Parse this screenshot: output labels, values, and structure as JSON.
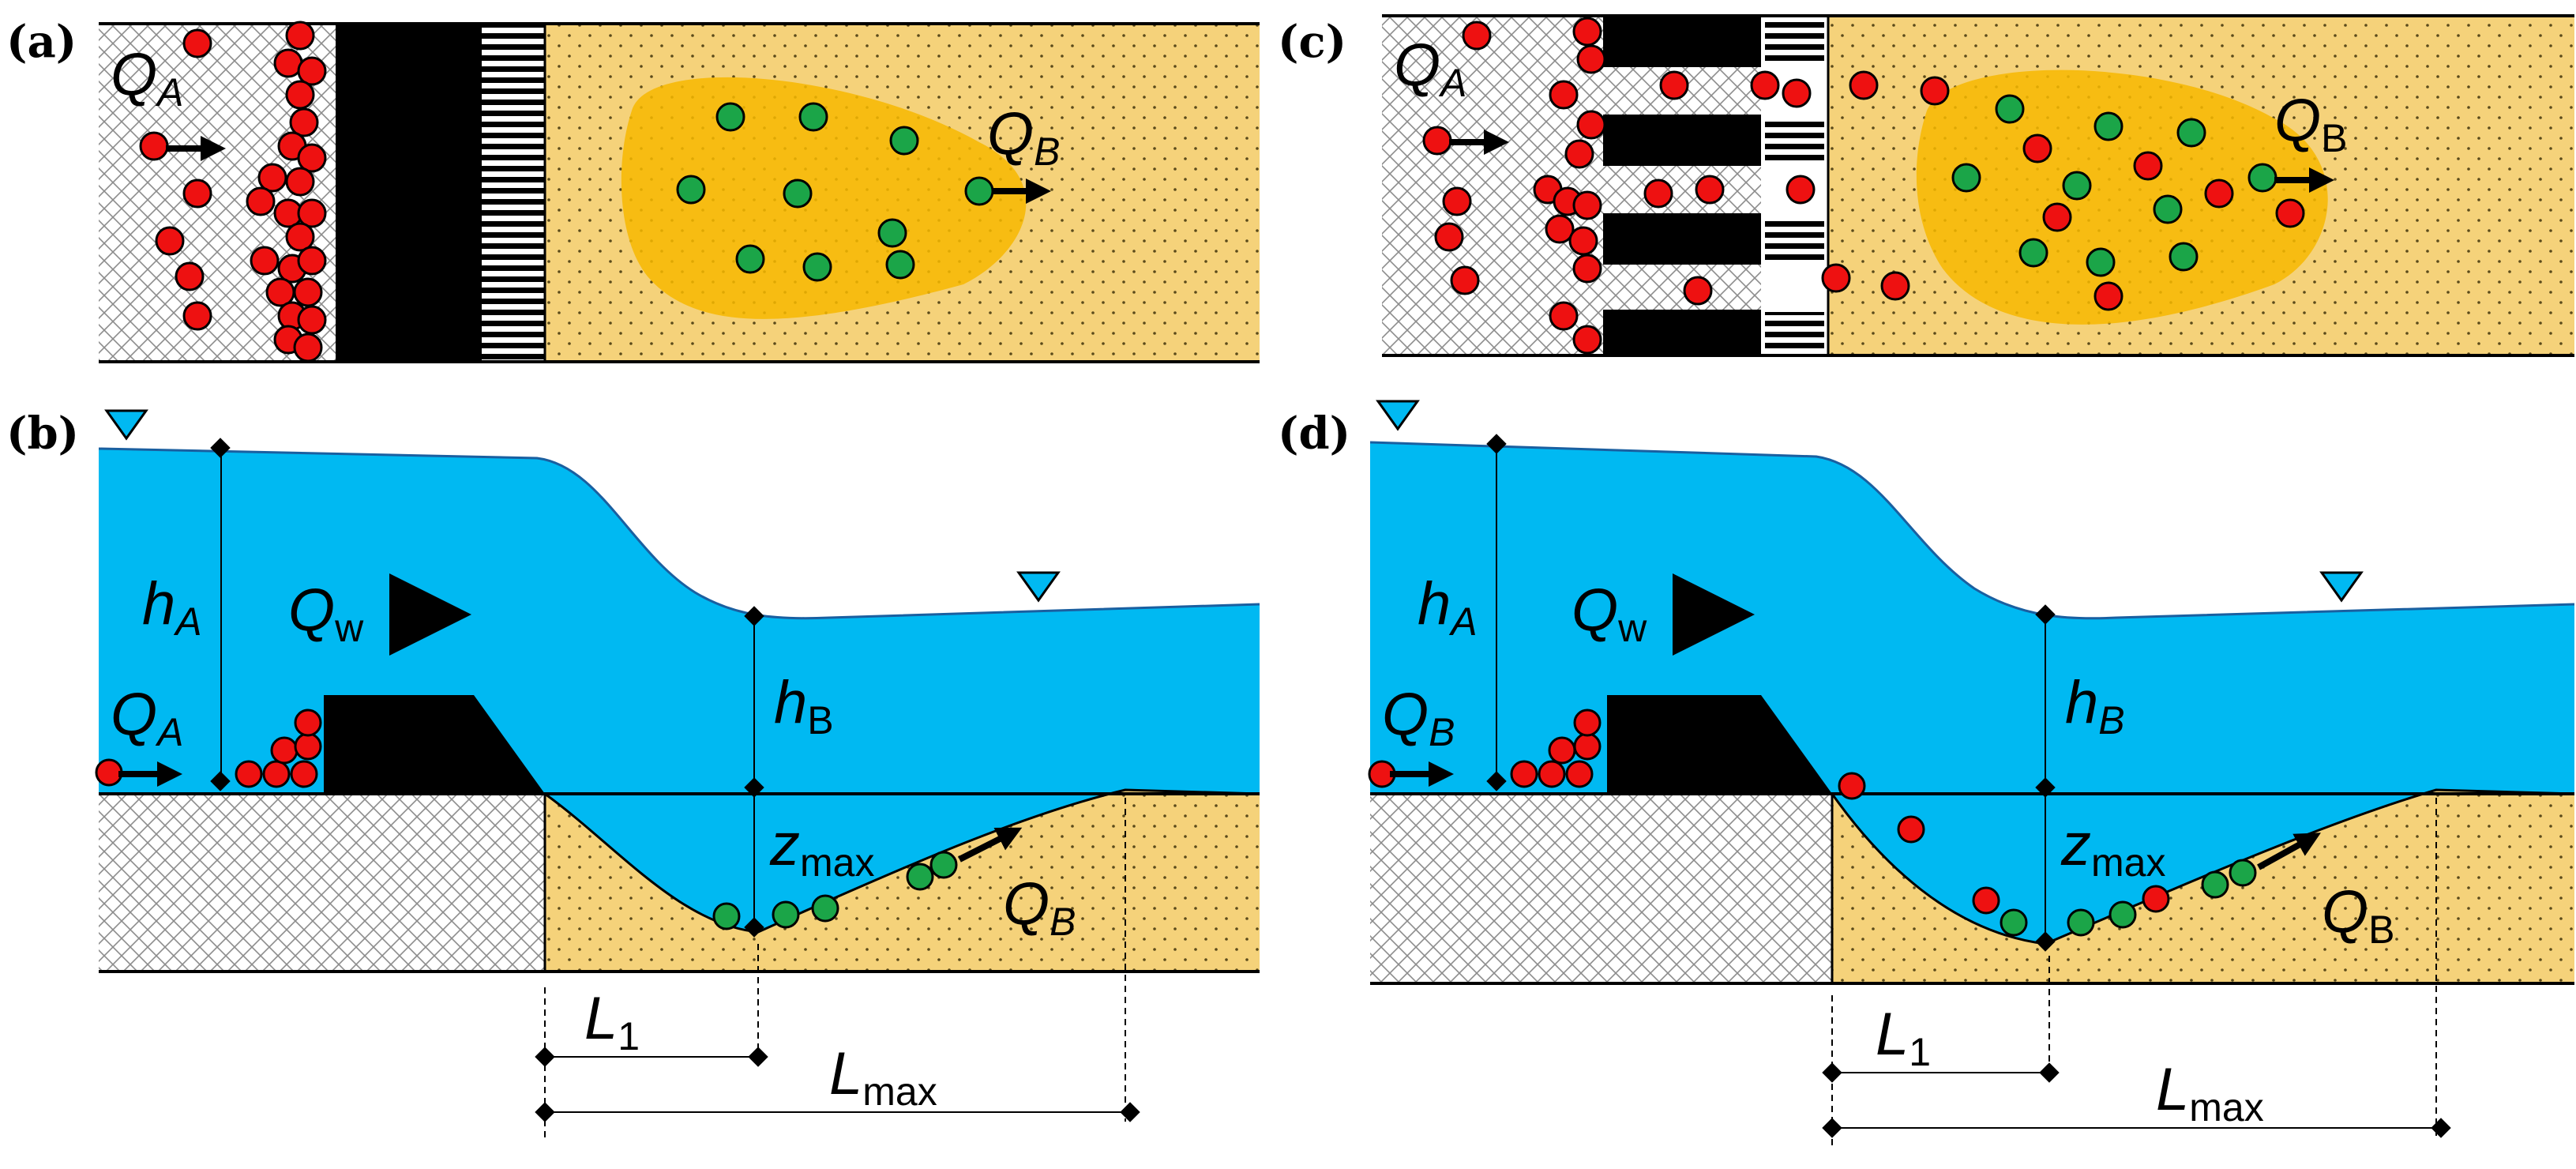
{
  "panels": {
    "a": {
      "label": "(a)"
    },
    "b": {
      "label": "(b)"
    },
    "c": {
      "label": "(c)"
    },
    "d": {
      "label": "(d)"
    }
  },
  "symbols": {
    "Q": "Q",
    "h": "h",
    "z": "z",
    "L": "L",
    "sub_A": "A",
    "sub_B": "B",
    "sub_w": "w",
    "sub_max": "max",
    "sub_1": "1"
  },
  "colors": {
    "water": "#00B9F2",
    "sand": "#F5D27A",
    "plume": "#F7B800",
    "red_particle": "#EE1111",
    "green_particle": "#1BA548",
    "structure": "#000000"
  },
  "icons": [
    "water-level-icon",
    "flow-arrow-icon",
    "dimension-diamond-icon"
  ]
}
